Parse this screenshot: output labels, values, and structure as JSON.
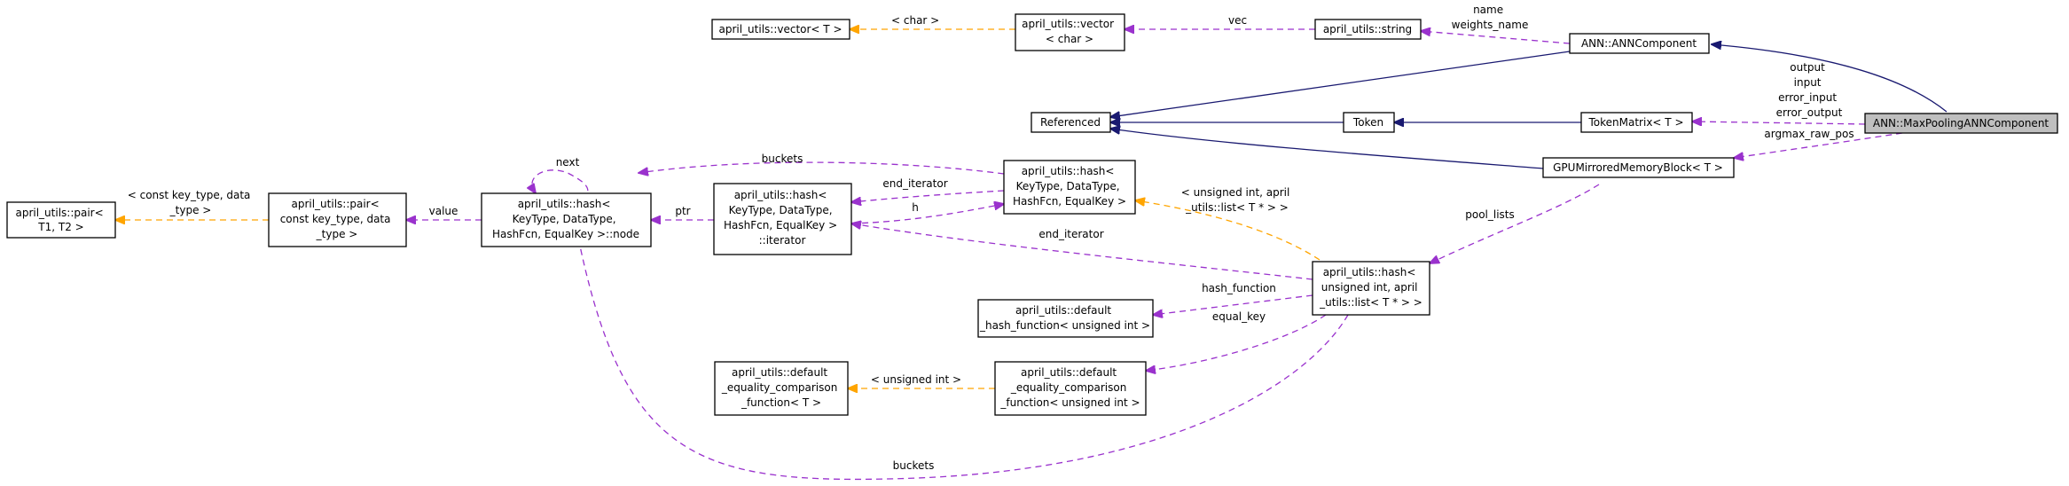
{
  "nodes": {
    "vector_t": {
      "lines": [
        "april_utils::vector< T >"
      ]
    },
    "vector_char": {
      "lines": [
        "april_utils::vector",
        "< char >"
      ]
    },
    "string": {
      "lines": [
        "april_utils::string"
      ]
    },
    "ann_component": {
      "lines": [
        "ANN::ANNComponent"
      ]
    },
    "maxpooling": {
      "lines": [
        "ANN::MaxPoolingANNComponent"
      ]
    },
    "referenced": {
      "lines": [
        "Referenced"
      ]
    },
    "token": {
      "lines": [
        "Token"
      ]
    },
    "token_matrix": {
      "lines": [
        "TokenMatrix< T >"
      ]
    },
    "gpu_block": {
      "lines": [
        "GPUMirroredMemoryBlock< T >"
      ]
    },
    "pair_t": {
      "lines": [
        "april_utils::pair<",
        "T1, T2 >"
      ]
    },
    "pair_const": {
      "lines": [
        "april_utils::pair<",
        "const key_type, data",
        "_type >"
      ]
    },
    "hash_node": {
      "lines": [
        "april_utils::hash<",
        "KeyType, DataType,",
        "HashFcn, EqualKey >::node"
      ]
    },
    "hash_iterator": {
      "lines": [
        "april_utils::hash<",
        "KeyType, DataType,",
        "HashFcn, EqualKey >",
        "::iterator"
      ]
    },
    "hash": {
      "lines": [
        "april_utils::hash<",
        "KeyType, DataType,",
        "HashFcn, EqualKey >"
      ]
    },
    "hash_uint": {
      "lines": [
        "april_utils::hash<",
        "unsigned int, april",
        "_utils::list< T * > >"
      ]
    },
    "default_hash": {
      "lines": [
        "april_utils::default",
        "_hash_function< unsigned int >"
      ]
    },
    "default_eq_t": {
      "lines": [
        "april_utils::default",
        "_equality_comparison",
        "_function< T >"
      ]
    },
    "default_eq_uint": {
      "lines": [
        "april_utils::default",
        "_equality_comparison",
        "_function< unsigned int >"
      ]
    }
  },
  "edge_labels": {
    "char": [
      "< char >"
    ],
    "vec": [
      "vec"
    ],
    "name": [
      "name",
      "weights_name"
    ],
    "token_matrix": [
      "output",
      "input",
      "error_input",
      "error_output"
    ],
    "argmax": [
      "argmax_raw_pos"
    ],
    "next": [
      "next"
    ],
    "buckets_top": [
      "buckets"
    ],
    "end_iterator_top": [
      "end_iterator"
    ],
    "h": [
      "h"
    ],
    "ptr": [
      "ptr"
    ],
    "value": [
      "value"
    ],
    "const_key": [
      "< const key_type, data",
      "_type >"
    ],
    "uint_list": [
      "< unsigned int, april",
      "_utils::list< T * > >"
    ],
    "pool_lists": [
      "pool_lists"
    ],
    "end_iterator_mid": [
      "end_iterator"
    ],
    "hash_function": [
      "hash_function"
    ],
    "equal_key": [
      "equal_key"
    ],
    "unsigned_int": [
      "< unsigned int >"
    ],
    "buckets_bottom": [
      "buckets"
    ]
  }
}
